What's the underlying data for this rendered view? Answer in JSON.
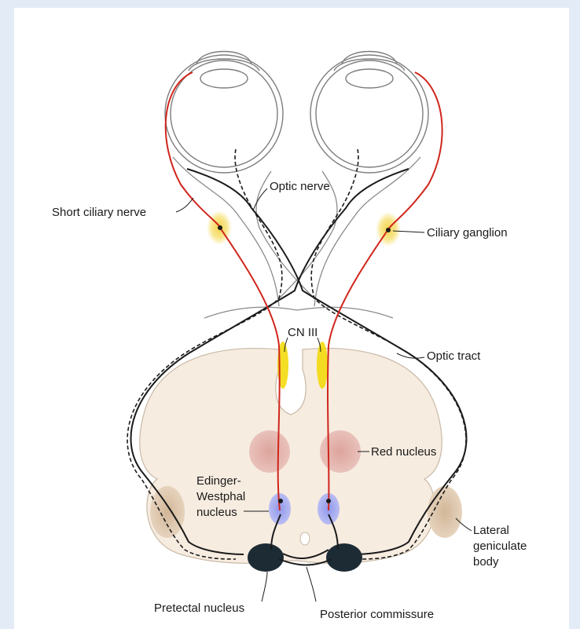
{
  "diagram": {
    "labels": {
      "optic_nerve": "Optic nerve",
      "short_ciliary_nerve": "Short ciliary nerve",
      "ciliary_ganglion": "Ciliary ganglion",
      "cn_iii": "CN III",
      "optic_tract": "Optic tract",
      "red_nucleus": "Red nucleus",
      "edinger_westphal_1": "Edinger-",
      "edinger_westphal_2": "Westphal",
      "edinger_westphal_3": "nucleus",
      "lateral_geniculate_1": "Lateral",
      "lateral_geniculate_2": "geniculate",
      "lateral_geniculate_3": "body",
      "pretectal_nucleus": "Pretectal nucleus",
      "posterior_commissure": "Posterior commissure"
    },
    "colors": {
      "background": "#e3ebf6",
      "brainstem_fill": "#f7ece0",
      "parasympathetic_fiber": "#d0261c",
      "ganglion_glow": "#f7e27a",
      "cn_iii_glow": "#f2d800",
      "red_nucleus": "#e3b3ad",
      "edinger_westphal": "#a9aef0",
      "pretectal": "#1d2b34",
      "lateral_geniculate": "#d9c2a8",
      "outline": "#1b1b1b"
    }
  }
}
